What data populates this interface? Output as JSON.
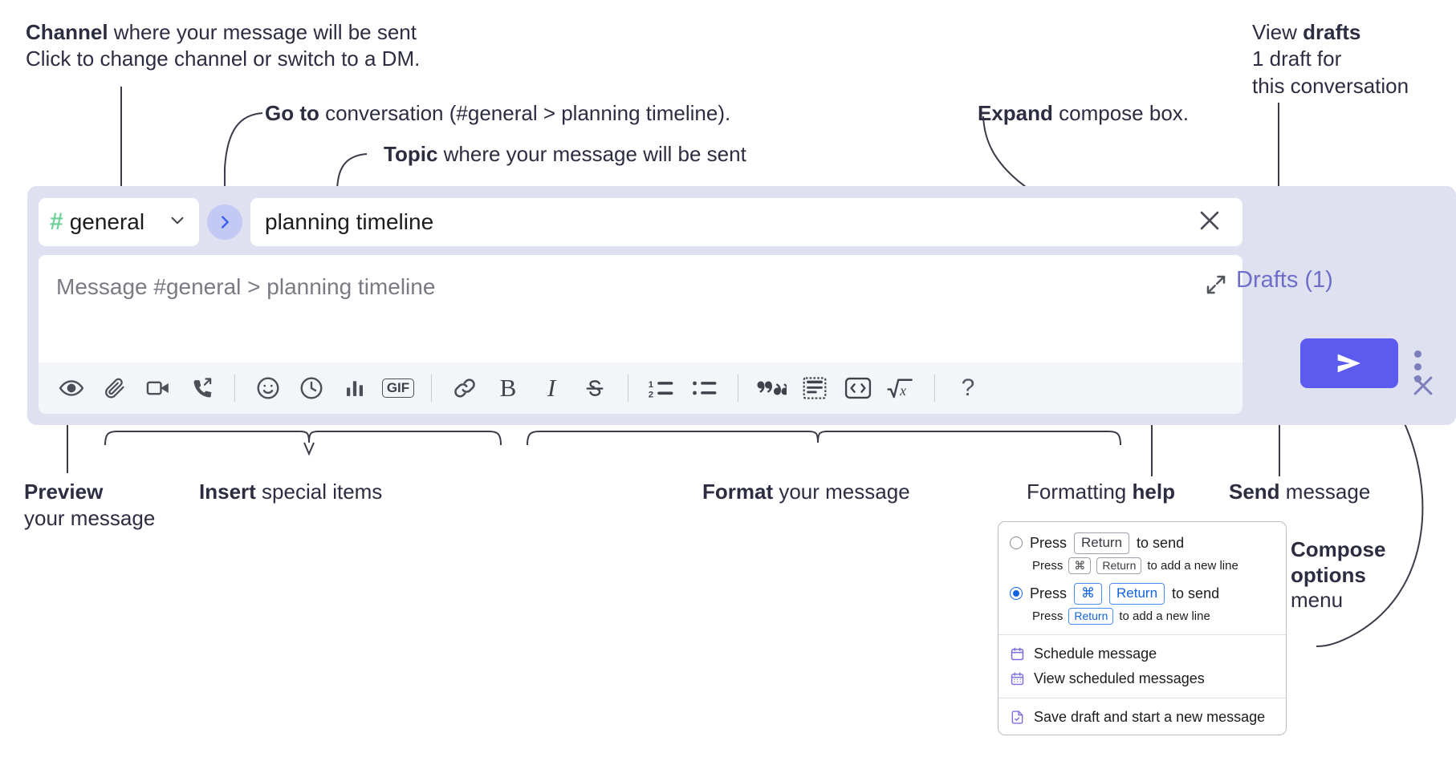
{
  "annotations": {
    "channel": {
      "bold": "Channel",
      "rest": " where your message will be sent",
      "sub": "Click to change channel or switch to a DM."
    },
    "goto": {
      "bold": "Go to",
      "rest": " conversation (#general > planning timeline)."
    },
    "topic": {
      "bold": "Topic",
      "rest": " where your message will be sent"
    },
    "expand": {
      "bold": "Expand",
      "rest": " compose box."
    },
    "drafts": {
      "pre": "View ",
      "bold": "drafts",
      "sub1": "1 draft for",
      "sub2": "this conversation"
    },
    "preview": {
      "bold": "Preview",
      "sub": "your message"
    },
    "insert": {
      "bold": "Insert",
      "rest": " special items"
    },
    "format": {
      "bold": "Format",
      "rest": " your message"
    },
    "help": {
      "pre": "Formatting ",
      "bold": "help"
    },
    "send": {
      "bold": "Send",
      "rest": " message"
    },
    "compose_options": {
      "bold1": "Compose",
      "bold2": "options",
      "rest": "menu"
    }
  },
  "compose": {
    "channel_name": "general",
    "hash_symbol": "#",
    "topic_value": "planning timeline",
    "message_placeholder": "Message #general > planning timeline",
    "drafts_label": "Drafts (1)",
    "toolbar_items": [
      {
        "name": "preview-icon",
        "label": "Preview"
      },
      {
        "name": "attachment-icon",
        "label": "Attach file"
      },
      {
        "name": "video-icon",
        "label": "Video"
      },
      {
        "name": "call-icon",
        "label": "Call"
      },
      {
        "name": "emoji-icon",
        "label": "Emoji"
      },
      {
        "name": "clock-icon",
        "label": "Reminder"
      },
      {
        "name": "poll-icon",
        "label": "Poll"
      },
      {
        "name": "gif-icon",
        "label": "GIF"
      },
      {
        "name": "link-icon",
        "label": "Link"
      },
      {
        "name": "bold-icon",
        "label": "B"
      },
      {
        "name": "italic-icon",
        "label": "I"
      },
      {
        "name": "strikethrough-icon",
        "label": "S"
      },
      {
        "name": "ordered-list-icon",
        "label": "Numbered list"
      },
      {
        "name": "bulleted-list-icon",
        "label": "Bulleted list"
      },
      {
        "name": "quote-icon",
        "label": "Quote"
      },
      {
        "name": "spoiler-icon",
        "label": "Spoiler"
      },
      {
        "name": "code-icon",
        "label": "Code"
      },
      {
        "name": "math-icon",
        "label": "Math"
      },
      {
        "name": "help-icon",
        "label": "?"
      }
    ],
    "gif_label": "GIF",
    "bold_label": "B",
    "italic_label": "I",
    "help_label": "?",
    "ordered_one": "1",
    "ordered_two": "2"
  },
  "options_menu": {
    "option1": {
      "selected": false,
      "pre": "Press",
      "key": "Return",
      "post": "to send",
      "sub_pre": "Press",
      "sub_key1": "⌘",
      "sub_key2": "Return",
      "sub_post": "to add a new line"
    },
    "option2": {
      "selected": true,
      "pre": "Press",
      "key1": "⌘",
      "key2": "Return",
      "post": "to send",
      "sub_pre": "Press",
      "sub_key": "Return",
      "sub_post": "to add a new line"
    },
    "items": [
      {
        "icon": "calendar-icon",
        "label": "Schedule message"
      },
      {
        "icon": "calendar-grid-icon",
        "label": "View scheduled messages"
      },
      {
        "icon": "save-draft-icon",
        "label": "Save draft and start a new message"
      }
    ]
  },
  "colors": {
    "panel_bg": "#dfe1f0",
    "send_button": "#5b5bf0",
    "drafts_text": "#6e6ec9",
    "hash_green": "#6fd19a",
    "goto_circle": "#c3c9f5",
    "radio_blue": "#1264e0",
    "menu_icon_purple": "#7a6ee0"
  }
}
